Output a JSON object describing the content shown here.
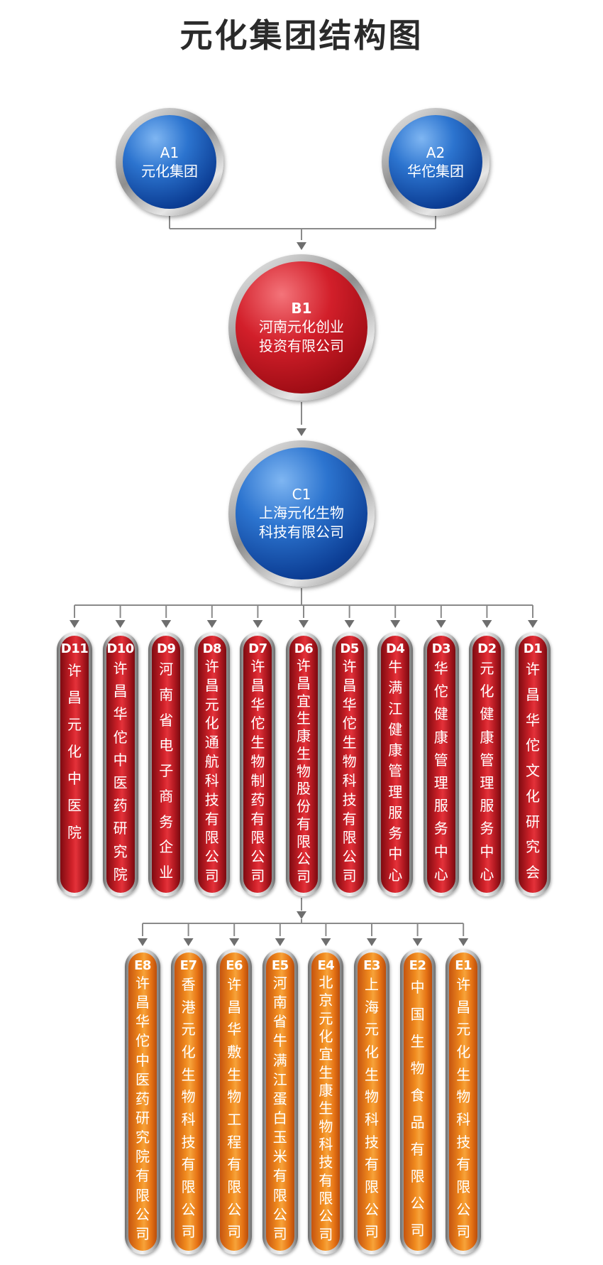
{
  "title": "元化集团结构图",
  "colors": {
    "line": "#8a8a8a",
    "blue": "#1553b5",
    "red": "#c8161e",
    "orange": "#f08a1e"
  },
  "top_nodes": [
    {
      "id": "A1",
      "name_lines": [
        "元化集团"
      ]
    },
    {
      "id": "A2",
      "name_lines": [
        "华佗集团"
      ]
    }
  ],
  "b_node": {
    "id": "B1",
    "name_lines": [
      "河南元化创业",
      "投资有限公司"
    ]
  },
  "c_node": {
    "id": "C1",
    "name_lines": [
      "上海元化生物",
      "科技有限公司"
    ]
  },
  "d_nodes": [
    {
      "id": "D11",
      "name": "许昌元化中医院"
    },
    {
      "id": "D10",
      "name": "许昌华佗中医药研究院"
    },
    {
      "id": "D9",
      "name": "河南省电子商务企业"
    },
    {
      "id": "D8",
      "name": "许昌元化通航科技有限公司"
    },
    {
      "id": "D7",
      "name": "许昌华佗生物制药有限公司"
    },
    {
      "id": "D6",
      "name": "许昌宜生康生物股份有限公司"
    },
    {
      "id": "D5",
      "name": "许昌华佗生物科技有限公司"
    },
    {
      "id": "D4",
      "name": "牛满江健康管理服务中心"
    },
    {
      "id": "D3",
      "name": "华佗健康管理服务中心"
    },
    {
      "id": "D2",
      "name": "元化健康管理服务中心"
    },
    {
      "id": "D1",
      "name": "许昌华佗文化研究会"
    }
  ],
  "e_nodes": [
    {
      "id": "E8",
      "name": "许昌华佗中医药研究院有限公司"
    },
    {
      "id": "E7",
      "name": "香港元化生物科技有限公司"
    },
    {
      "id": "E6",
      "name": "许昌华敷生物工程有限公司"
    },
    {
      "id": "E5",
      "name": "河南省牛满江蛋白玉米有限公司"
    },
    {
      "id": "E4",
      "name": "北京元化宜生康生物科技有限公司"
    },
    {
      "id": "E3",
      "name": "上海元化生物科技有限公司"
    },
    {
      "id": "E2",
      "name": "中国生物食品有限公司"
    },
    {
      "id": "E1",
      "name": "许昌元化生物科技有限公司"
    }
  ]
}
